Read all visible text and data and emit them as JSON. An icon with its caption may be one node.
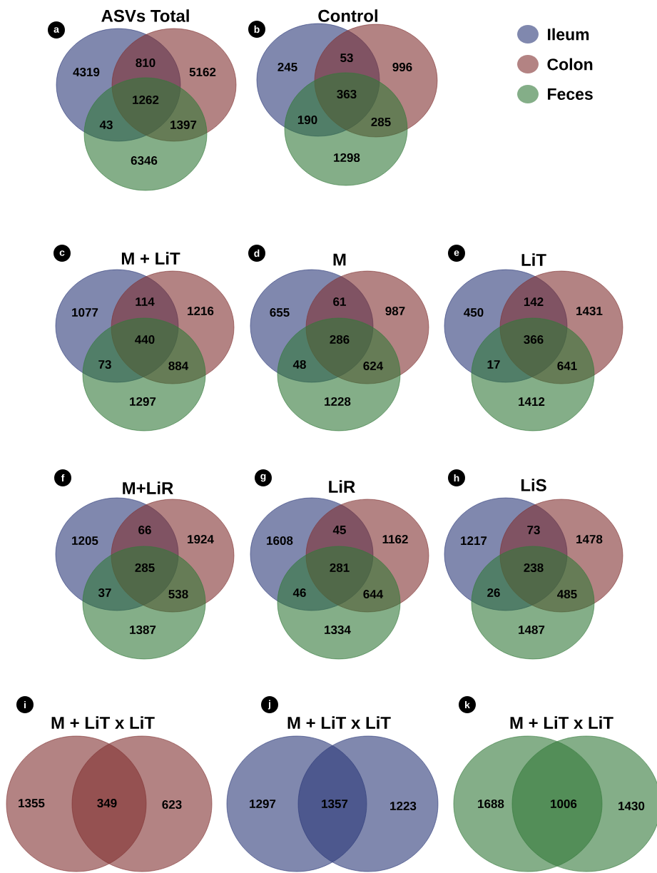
{
  "diagram": {
    "nodes": [
      {
        "text": [
          "4319"
        ]
      },
      {
        "text": [
          "5162"
        ]
      },
      {
        "text": [
          "6346"
        ]
      },
      {
        "text": [
          "245"
        ]
      },
      {
        "text": [
          "996"
        ]
      },
      {
        "text": [
          "1298"
        ]
      },
      {
        "text": [
          "1077"
        ]
      },
      {
        "text": [
          "1216"
        ]
      },
      {
        "text": [
          "1297"
        ]
      },
      {
        "text": [
          "655"
        ]
      },
      {
        "text": [
          "987"
        ]
      },
      {
        "text": [
          "1228"
        ]
      },
      {
        "text": [
          "450"
        ]
      },
      {
        "text": [
          "1431"
        ]
      },
      {
        "text": [
          "1412"
        ]
      },
      {
        "text": [
          "1205"
        ]
      },
      {
        "text": [
          "1924"
        ]
      },
      {
        "text": [
          "1387"
        ]
      },
      {
        "text": [
          "1608"
        ]
      },
      {
        "text": [
          "1162"
        ]
      },
      {
        "text": [
          "1334"
        ]
      },
      {
        "text": [
          "1217"
        ]
      },
      {
        "text": [
          "1478"
        ]
      },
      {
        "text": [
          "1487"
        ]
      },
      {
        "text": [
          "1355"
        ]
      },
      {
        "text": [
          "623"
        ]
      },
      {
        "text": [
          "1297"
        ]
      },
      {
        "text": [
          "1223"
        ]
      },
      {
        "text": [
          "1688"
        ]
      },
      {
        "text": [
          "1430"
        ]
      }
    ],
    "labels": [
      "a",
      "ASVs Total",
      "810",
      "1262",
      "43",
      "1397",
      "b",
      "Control",
      "53",
      "363",
      "190",
      "285",
      "c",
      "M + LiT",
      "114",
      "440",
      "73",
      "884",
      "d",
      "M",
      "61",
      "286",
      "48",
      "624",
      "e",
      "LiT",
      "142",
      "366",
      "17",
      "641",
      "f",
      "M+LiR",
      "66",
      "285",
      "37",
      "538",
      "g",
      "LiR",
      "45",
      "281",
      "46",
      "644",
      "h",
      "LiS",
      "73",
      "238",
      "26",
      "485",
      "i",
      "M + LiT x LiT",
      "349",
      "j",
      "M + LiT x LiT",
      "1357",
      "k",
      "M + LiT x LiT",
      "1006"
    ],
    "legend": [
      {
        "text": "Ileum",
        "color": "#8088ae"
      },
      {
        "text": "Colon",
        "color": "#b38383"
      },
      {
        "text": "Feces",
        "color": "#84ae88"
      }
    ]
  }
}
